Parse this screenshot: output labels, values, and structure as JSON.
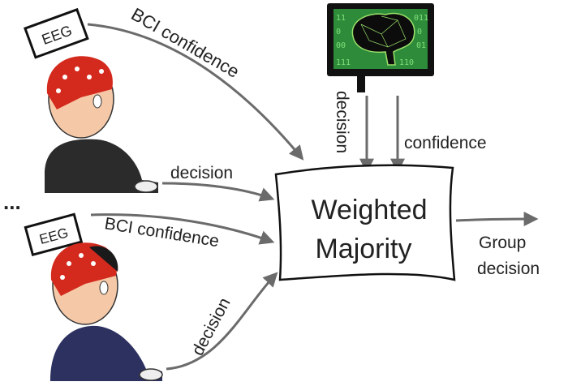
{
  "participants": [
    {
      "sign": "EEG",
      "arrow_top": "BCI confidence",
      "arrow_bottom": "decision"
    },
    {
      "sign": "EEG",
      "arrow_top": "BCI confidence",
      "arrow_bottom": "decision"
    }
  ],
  "ellipsis": "...",
  "machine": {
    "arrow_left": "decision",
    "arrow_right": "confidence"
  },
  "aggregator": {
    "line1": "Weighted",
    "line2": "Majority"
  },
  "output": {
    "line1": "Group",
    "line2": "decision"
  },
  "colors": {
    "arrow": "#6b6b6b",
    "screen": "#2e8b3a",
    "cap": "#d42a1e",
    "shirt1": "#2b2b2b",
    "shirt2": "#2c3160"
  }
}
